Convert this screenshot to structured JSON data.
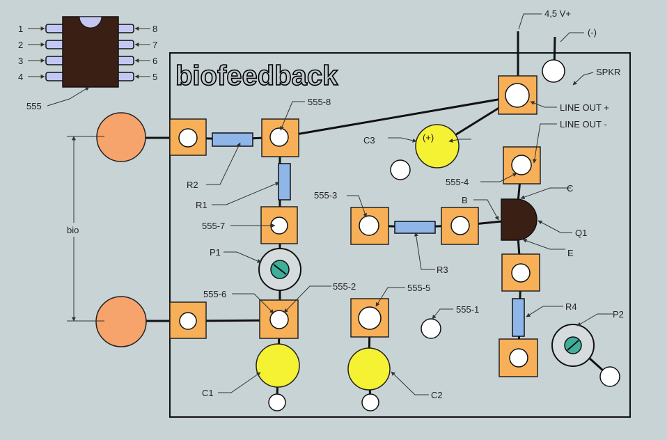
{
  "board": {
    "title": "biofeedback"
  },
  "ic": {
    "name": "555",
    "pins_left": [
      "1",
      "2",
      "3",
      "4"
    ],
    "pins_right": [
      "8",
      "7",
      "6",
      "5"
    ]
  },
  "power": {
    "positive": "4,5 V+",
    "negative": "(-)"
  },
  "labels": {
    "spkr": "SPKR",
    "line_out_plus": "LINE OUT +",
    "line_out_minus": "LINE OUT -",
    "bio": "bio",
    "r1": "R1",
    "r2": "R2",
    "r3": "R3",
    "r4": "R4",
    "c1": "C1",
    "c2": "C2",
    "c3": "C3",
    "c3_polarity": "(+)",
    "p1": "P1",
    "p2": "P2",
    "q1": "Q1",
    "q1_b": "B",
    "q1_c": "C",
    "q1_e": "E",
    "ic_pin1": "555-1",
    "ic_pin2": "555-2",
    "ic_pin3": "555-3",
    "ic_pin4": "555-4",
    "ic_pin5": "555-5",
    "ic_pin6": "555-6",
    "ic_pin7": "555-7",
    "ic_pin8": "555-8"
  },
  "colors": {
    "background": "#c8d3d6",
    "pad": "#f7b057",
    "resistor": "#8fb6e8",
    "capacitor": "#f5f133",
    "electrode": "#f6a36c",
    "transistor": "#3a1f14",
    "pot_wiper": "#3fae9a",
    "ic_body": "#3a1f14",
    "ic_pin": "#c3c7f2"
  }
}
